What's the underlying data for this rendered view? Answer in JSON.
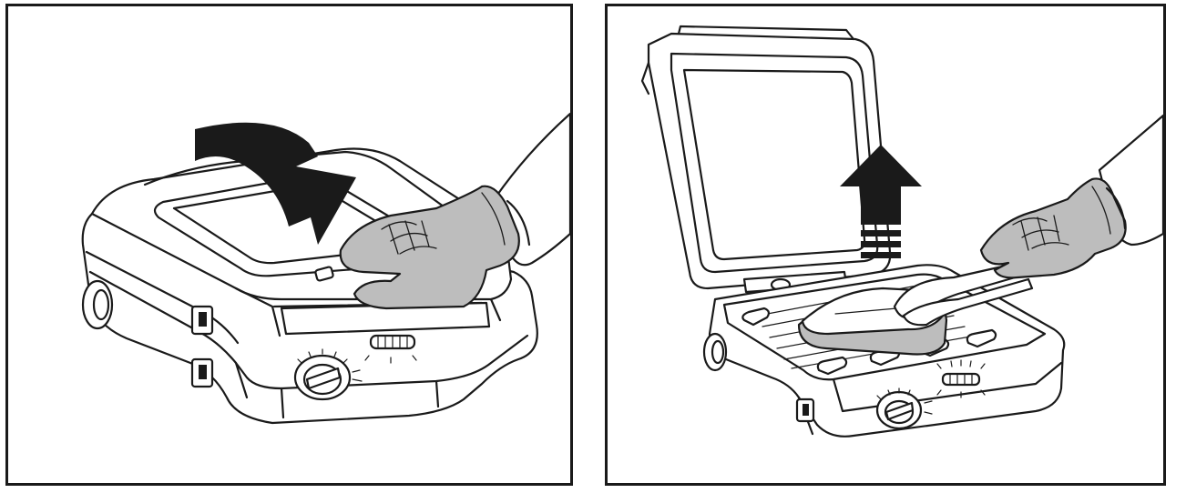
{
  "figure": {
    "panels": [
      {
        "id": "close-lid",
        "arrow": "down-curved",
        "colors": {
          "line": "#1a1a1a",
          "mitt": "#bdbdbd",
          "background": "#ffffff"
        }
      },
      {
        "id": "open-lid-remove-food",
        "arrow": "up",
        "colors": {
          "line": "#1a1a1a",
          "mitt": "#bdbdbd",
          "background": "#ffffff"
        }
      }
    ],
    "icons": [
      "oven-mitt-icon",
      "arrow-down-icon",
      "arrow-up-icon",
      "tongs-icon",
      "temperature-dial-icon",
      "indicator-lights-icon"
    ]
  }
}
